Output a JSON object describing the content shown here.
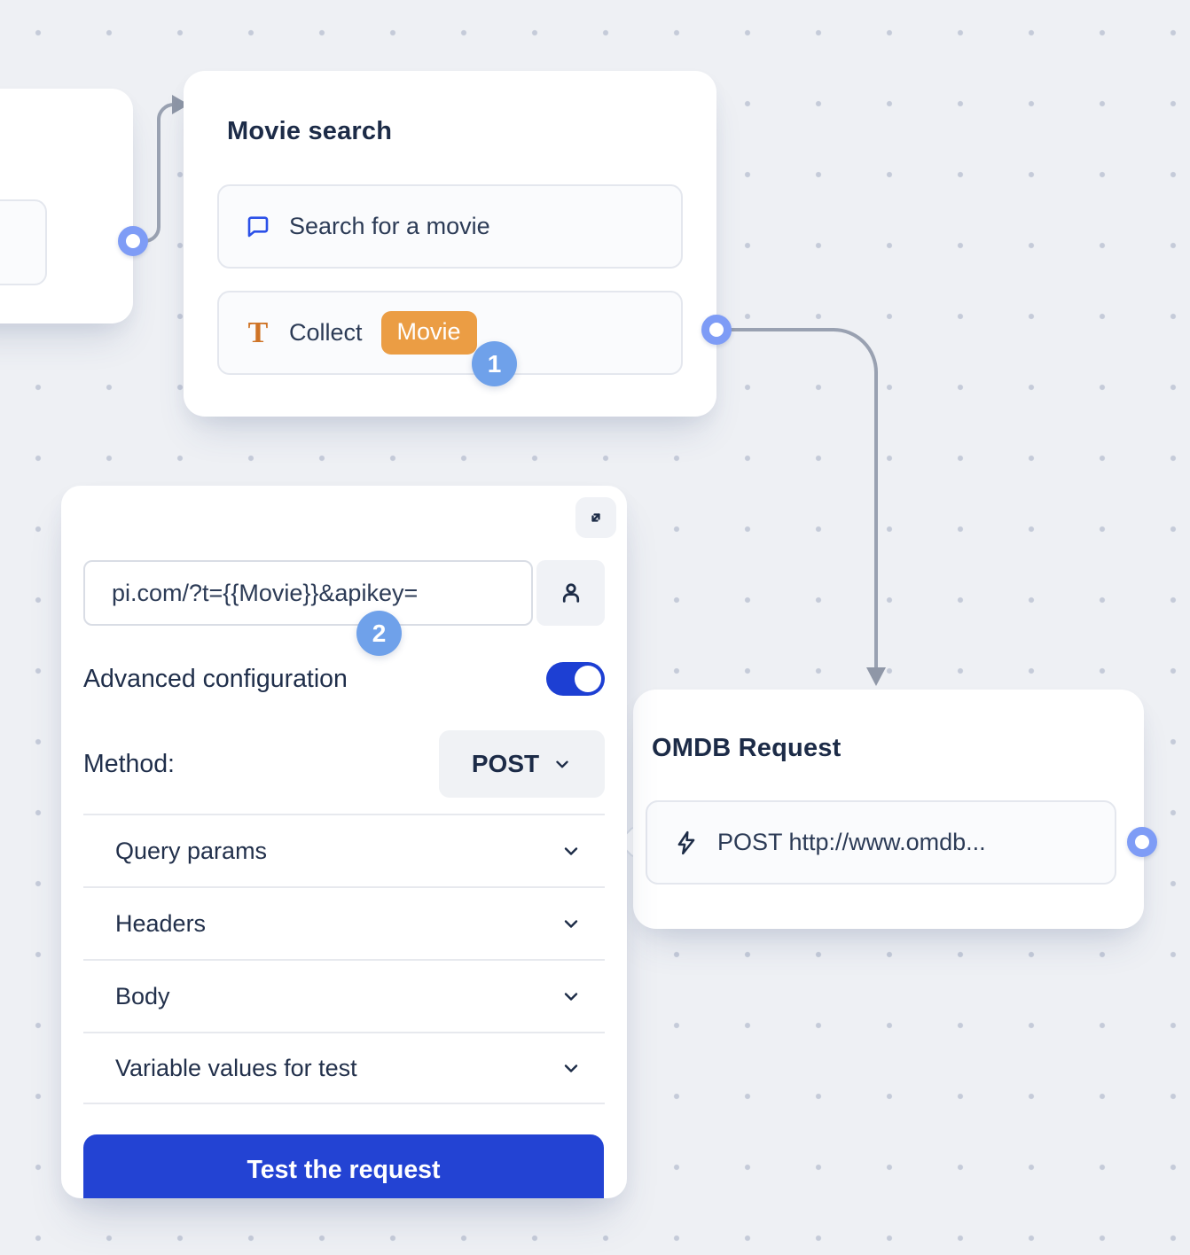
{
  "colors": {
    "canvas_bg": "#eef0f4",
    "dot_grid": "#c5cbd9",
    "connector": "#99a1b1",
    "port_ring": "#7e9cf6",
    "primary_blue": "#2343d3",
    "toggle_blue": "#1d3fd3",
    "annotation_blue": "#6fa1ea",
    "variable_orange": "#eb9d44",
    "title_navy": "#1c2b47",
    "body_text": "#2c3b56"
  },
  "nodes": {
    "movie_search": {
      "title": "Movie search",
      "blocks": [
        {
          "icon": "chat-bubble-icon",
          "text": "Search for a movie"
        },
        {
          "icon": "text-collect-icon",
          "icon_glyph": "T",
          "text": "Collect",
          "variable_badge": "Movie"
        }
      ]
    },
    "omdb_request": {
      "title": "OMDB Request",
      "blocks": [
        {
          "icon": "webhook-lightning-icon",
          "text": "POST http://www.omdb..."
        }
      ]
    }
  },
  "annotations": {
    "step1": "1",
    "step2": "2"
  },
  "webhook_panel": {
    "url_value": "pi.com/?t={{Movie}}&apikey=",
    "advanced_configuration_label": "Advanced configuration",
    "advanced_configuration_enabled": true,
    "method_label": "Method:",
    "method_value": "POST",
    "sections": [
      {
        "label": "Query params"
      },
      {
        "label": "Headers"
      },
      {
        "label": "Body"
      },
      {
        "label": "Variable values for test"
      }
    ],
    "test_button_label": "Test the request"
  }
}
